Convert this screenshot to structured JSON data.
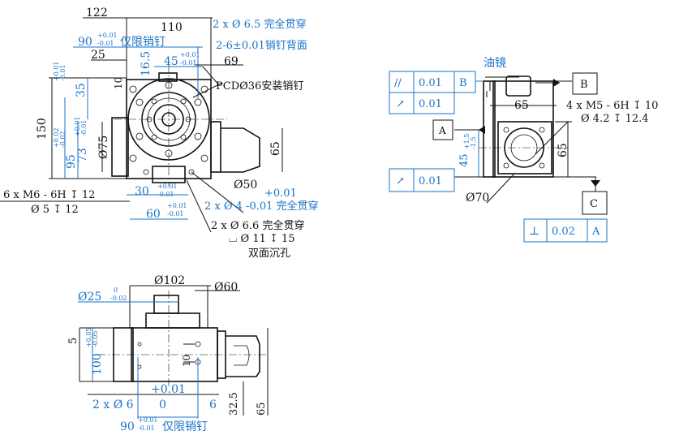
{
  "colors": {
    "black": "#111111",
    "blue": "#1a73c8"
  },
  "front_view": {
    "dim_122": "122",
    "dim_110": "110",
    "dim_25": "25",
    "dim_10": "10",
    "dim_16_5": "16.5",
    "dim_45": "45",
    "tol_45_upper": "+0.01",
    "tol_45_lower": "-0.01",
    "dim_69": "69",
    "dim_90": "90",
    "tol_90_upper": "+0.01",
    "tol_90_lower": "-0.01",
    "note_90": "仅限销钉",
    "note_hole_65": "2 x Ø 6.5 完全贯穿",
    "note_pin_back": "2-6±0.01销钉背面",
    "note_pcd": "PCDØ36安装销钉",
    "dim_150": "150",
    "dim_35": "35",
    "dim_95": "95",
    "tol_95_upper": "+0.02",
    "tol_95_lower": "-0.02",
    "dim_73": "73",
    "tol_73_upper": "+0.01",
    "tol_73_lower": "-0.01",
    "tol_left_upper": "+0.01",
    "tol_left_lower": "-0.01",
    "dim_phi75": "Ø75",
    "dim_65": "65",
    "dim_phi50": "Ø50",
    "note_m6_a": "6 x  M6 - 6H ↧ 12",
    "note_m6_b": "Ø 5 ↧ 12",
    "dim_30": "30",
    "tol_30_upper": "+0.01",
    "tol_30_lower": "-0.01",
    "dim_60": "60",
    "tol_60_upper": "+0.01",
    "tol_60_lower": "-0.01",
    "note_hole_4_tol": "+0.01",
    "note_hole_4": "2 x Ø 4 -0.01 完全贯穿",
    "note_hole_66": "2 x Ø 6.6 完全贯穿",
    "note_cbore": "⌴ Ø 11 ↧ 15",
    "note_double": "双面沉孔"
  },
  "side_view": {
    "label_oil": "油镜",
    "fcf1_symbol": "//",
    "fcf1_value": "0.01",
    "fcf1_datum": "B",
    "fcf2_symbol": "↗",
    "fcf2_value": "0.01",
    "fcf3_symbol": "↗",
    "fcf3_value": "0.01",
    "fcf4_symbol": "⊥",
    "fcf4_value": "0.02",
    "fcf4_datum": "A",
    "datum_a": "A",
    "datum_b": "B",
    "datum_c": "C",
    "dim_65_top": "65",
    "note_m5_a": "4 x  M5 - 6H ↧ 10",
    "note_m5_b": "Ø 4.2 ↧ 12.4",
    "dim_65_right": "65",
    "dim_45": "45",
    "tol_45_upper": "+1.5",
    "tol_45_lower": "-1.5",
    "dim_phi70": "Ø70"
  },
  "bottom_view": {
    "dim_phi102": "Ø102",
    "dim_phi60": "Ø60",
    "dim_phi25": "Ø25",
    "tol_25_upper": "0",
    "tol_25_lower": "-0.02",
    "dim_5": "5",
    "tol_5_upper": "+0.05",
    "tol_5_lower": "-0.05",
    "dim_100": "100",
    "dim_10": "10",
    "tol_plus": "+0.01",
    "note_2x6_a": "2 x Ø 6",
    "note_2x6_zero": "0",
    "note_2x6_b": "6",
    "dim_32_5": "32.5",
    "dim_65": "65",
    "dim_90": "90",
    "tol_90_upper": "+0.01",
    "tol_90_lower": "-0.01",
    "note_90": "仅限销钉"
  }
}
